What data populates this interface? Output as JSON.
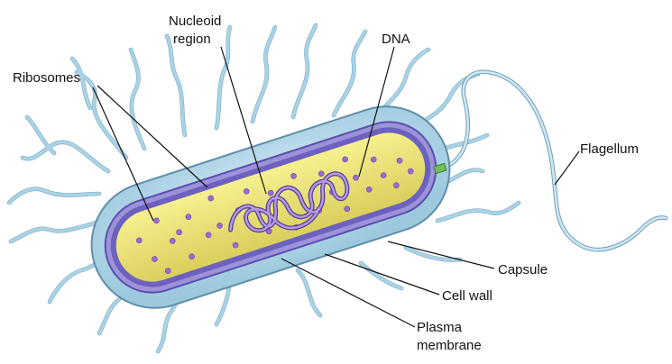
{
  "labels": {
    "nucleoid_line1": "Nucleoid",
    "nucleoid_line2": "region",
    "dna": "DNA",
    "ribosomes": "Ribosomes",
    "flagellum": "Flagellum",
    "capsule": "Capsule",
    "cell_wall": "Cell wall",
    "plasma_line1": "Plasma",
    "plasma_line2": "membrane"
  },
  "colors": {
    "capsule": "#bfe0ee",
    "cell_wall": "#8a7fcf",
    "plasma_membrane": "#5b4fb0",
    "cytoplasm": "#eee77a",
    "dna": "#8f6bc9",
    "ribosome": "#9b6bd1",
    "pilus": "#a9d3e6"
  }
}
